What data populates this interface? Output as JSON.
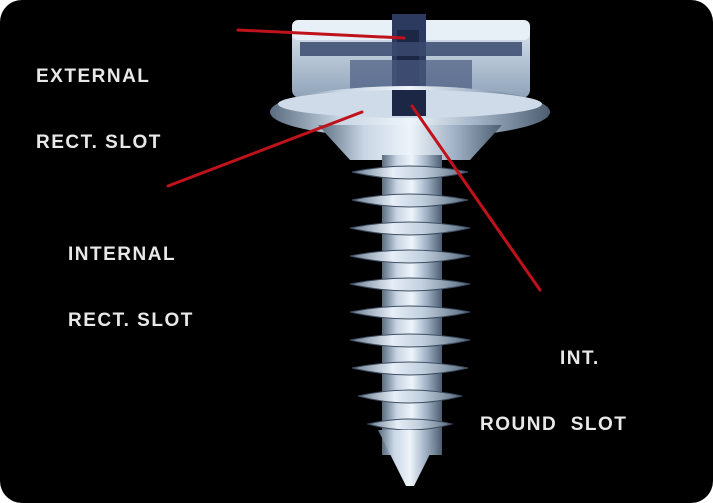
{
  "labels": {
    "external": [
      "EXTERNAL",
      "RECT. SLOT"
    ],
    "internal": [
      "INTERNAL",
      "RECT. SLOT"
    ],
    "round": [
      "INT.",
      "ROUND  SLOT"
    ]
  },
  "colors": {
    "background": "#000000",
    "pointer": "#c0121a",
    "text": "#e8e8e8",
    "metal": "#b8c6d6"
  }
}
